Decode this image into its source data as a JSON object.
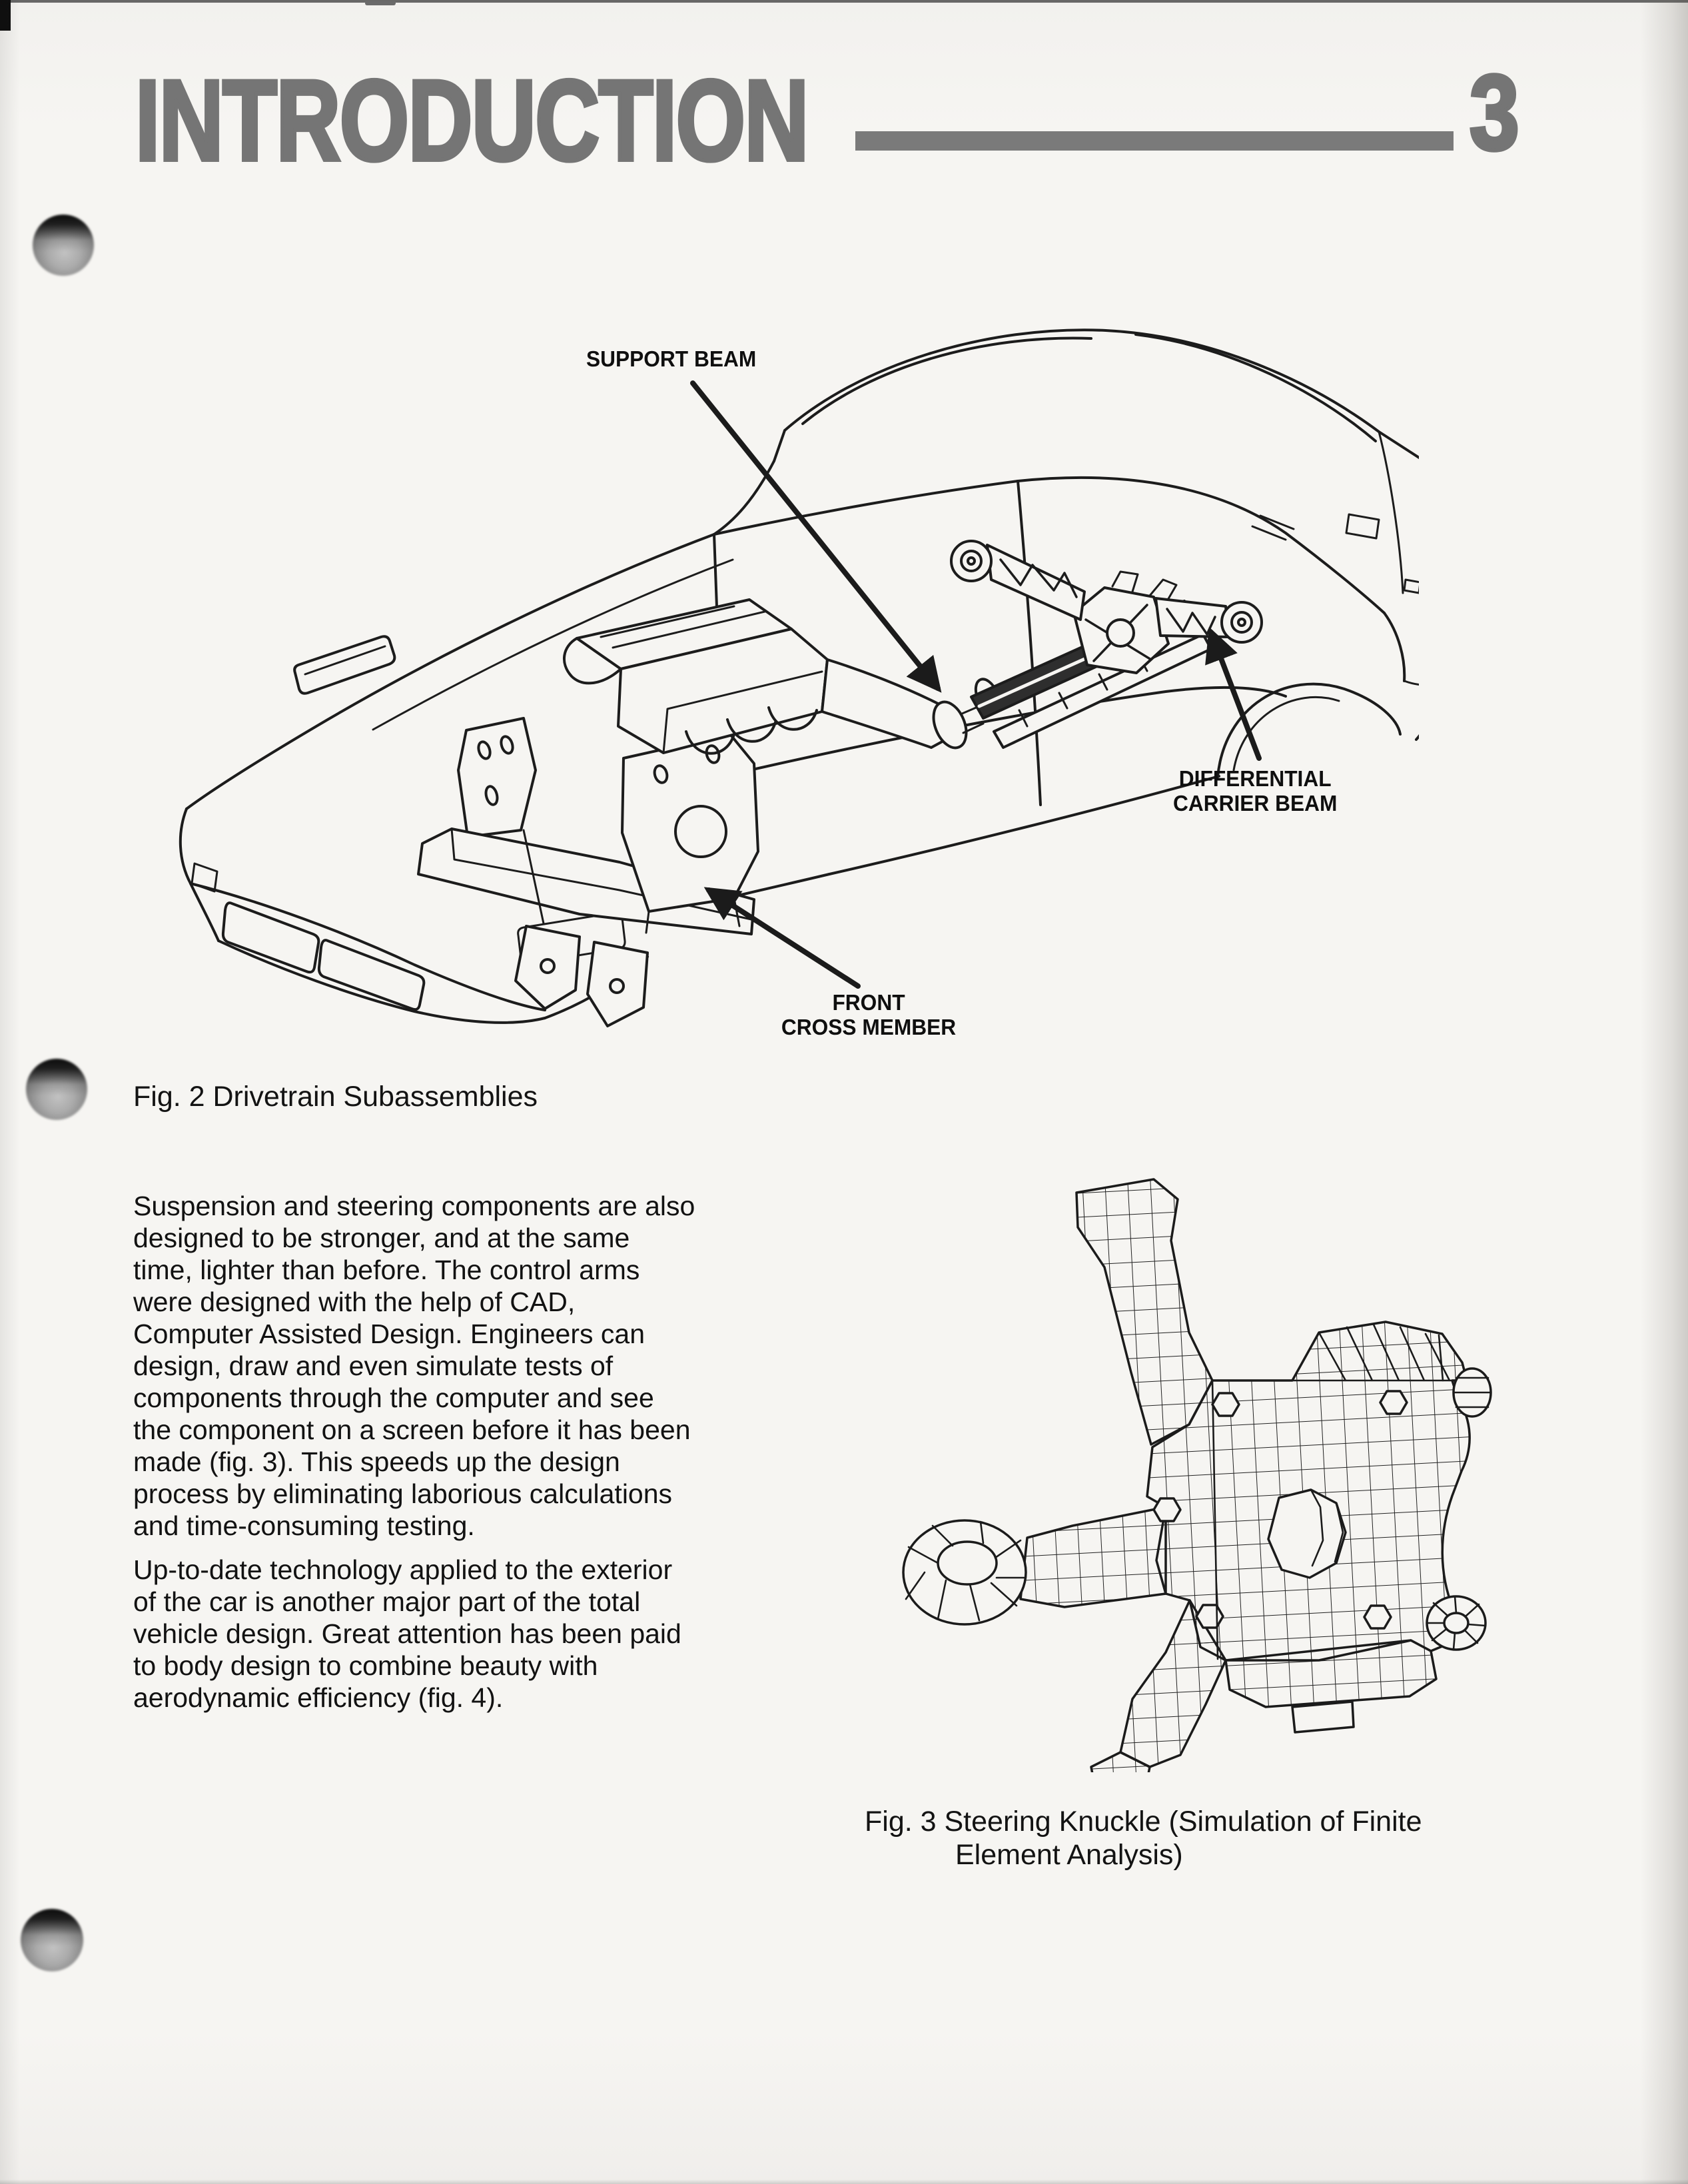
{
  "page": {
    "title": "INTRODUCTION",
    "number": "3"
  },
  "figure2": {
    "caption": "Fig. 2 Drivetrain Subassemblies",
    "labels": {
      "support_beam": "SUPPORT BEAM",
      "differential_carrier_beam": "DIFFERENTIAL\nCARRIER BEAM",
      "front_cross_member": "FRONT\nCROSS MEMBER"
    }
  },
  "body": {
    "paragraph1": "Suspension and steering components are also\ndesigned to be stronger, and at the same\ntime, lighter than before. The control arms\nwere designed with the help of CAD,\nComputer Assisted Design. Engineers can\ndesign, draw and even simulate tests of\ncomponents through the computer and see\nthe component on a screen before it has been\nmade (fig. 3). This speeds up the design\nprocess by eliminating laborious calculations\nand time-consuming testing.",
    "paragraph2": "Up-to-date technology applied to the exterior\nof the car is another major part of the total\nvehicle design. Great attention has been paid\nto body design to combine beauty with\naerodynamic efficiency (fig. 4)."
  },
  "figure3": {
    "caption_line1": "Fig. 3 Steering Knuckle (Simulation of Finite",
    "caption_line2": "Element Analysis)"
  }
}
